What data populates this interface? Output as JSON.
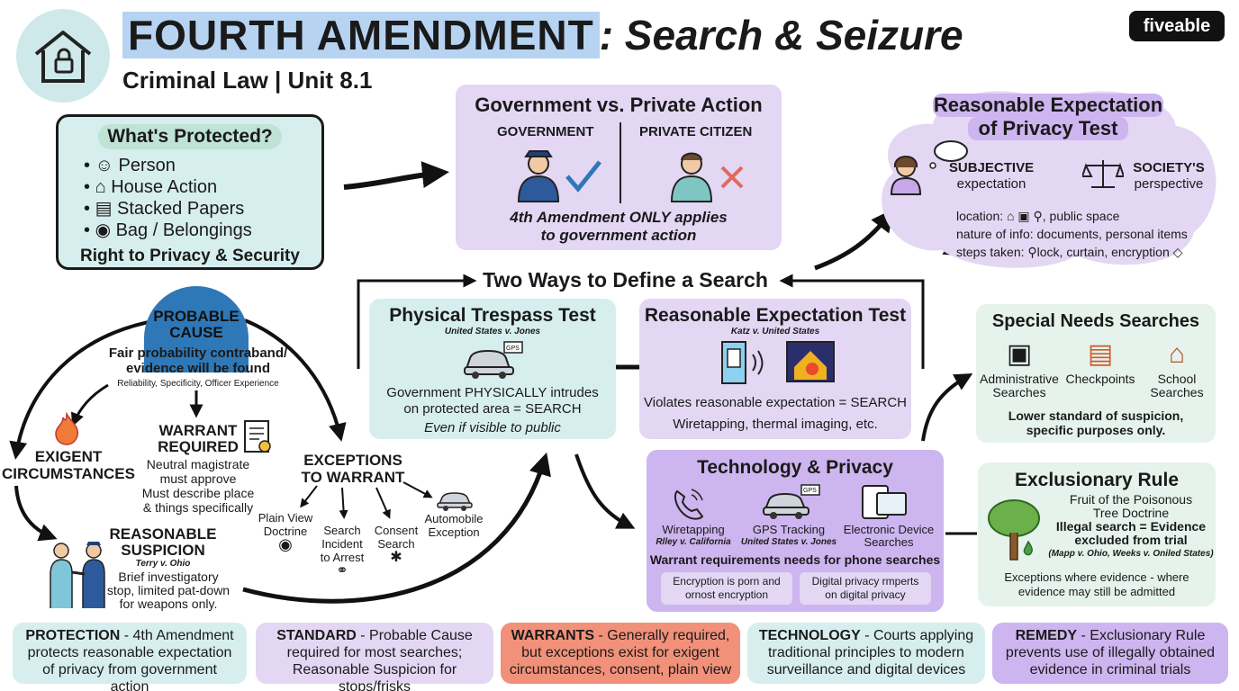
{
  "header": {
    "title_part1": "FOURTH AMENDMENT",
    "title_part2": ": Search & Seizure",
    "subtitle": "Criminal Law | Unit 8.1",
    "brand": "fiveable"
  },
  "protected": {
    "title": "What's Protected?",
    "items": [
      "Person",
      "House Action",
      "Stacked Papers",
      "Bag / Belongings"
    ],
    "footer": "Right to Privacy & Security"
  },
  "gov_private": {
    "title": "Government vs. Private Action",
    "gov_label": "GOVERNMENT",
    "private_label": "PRIVATE CITIZEN",
    "note_line1": "4th Amendment ONLY applies",
    "note_line2": "to government action"
  },
  "rep_test": {
    "title_line1": "Reasonable Expectation",
    "title_line2": "of Privacy Test",
    "subjective_line1": "SUBJECTIVE",
    "subjective_line2": "expectation",
    "society_line1": "SOCIETY'S",
    "society_line2": "perspective",
    "factor1": "location:",
    "factor1_tail": ", public space",
    "factor2": "nature of info: documents, personal items",
    "factor3": "steps taken: ",
    "factor3_tail": "lock, curtain, encryption"
  },
  "two_ways": {
    "title": "Two Ways to Define a Search"
  },
  "trespass": {
    "title": "Physical Trespass Test",
    "case": "United States v. Jones",
    "gps_tag": "GPS",
    "line1": "Government PHYSICALLY intrudes",
    "line2": "on protected area = SEARCH",
    "note": "Even if visible to public"
  },
  "reasonable": {
    "title": "Reasonable Expectation Test",
    "case": "Katz v. United States",
    "line1": "Violates reasonable expectation = SEARCH",
    "line2": "Wiretapping, thermal imaging, etc."
  },
  "probable": {
    "label_line1": "PROBABLE",
    "label_line2": "CAUSE",
    "def_line1": "Fair probability contraband/",
    "def_line2": "evidence will be found",
    "factors": "Reliability, Specificity, Officer Experience"
  },
  "warrant": {
    "title_line1": "WARRANT",
    "title_line2": "REQUIRED",
    "lines": [
      "Neutral magistrate",
      "must approve",
      "Must describe place",
      "& things specifically"
    ]
  },
  "exigent": {
    "line1": "EXIGENT",
    "line2": "CIRCUMSTANCES"
  },
  "exceptions": {
    "title_line1": "EXCEPTIONS",
    "title_line2": "TO WARRANT",
    "plain_view": [
      "Plain View",
      "Doctrine"
    ],
    "incident": [
      "Search",
      "Incident",
      "to Arrest"
    ],
    "consent": [
      "Consent",
      "Search"
    ],
    "automobile": [
      "Automobile",
      "Exception"
    ]
  },
  "suspicion": {
    "title_line1": "REASONABLE",
    "title_line2": "SUSPICION",
    "case": "Terry v. Ohio",
    "lines": [
      "Brief investigatory",
      "stop, limited pat-down",
      "for weapons only."
    ]
  },
  "special": {
    "title": "Special Needs Searches",
    "items": [
      [
        "Administrative",
        "Searches"
      ],
      [
        "Checkpoints"
      ],
      [
        "School",
        "Searches"
      ]
    ],
    "note_line1": "Lower standard of suspicion,",
    "note_line2": "specific purposes only."
  },
  "tech": {
    "title": "Technology & Privacy",
    "gps_tag": "GPS",
    "wiretap": "Wiretapping",
    "wiretap_case": "Rlley v. California",
    "gps": "GPS Tracking",
    "gps_case": "United States v. Jones",
    "device_line1": "Electronic Device",
    "device_line2": "Searches",
    "note": "Warrant requirements needs for phone searches",
    "chip1_line1": "Encryption is porn and",
    "chip1_line2": "ornost encryption",
    "chip2_line1": "Digital privacy rmperts",
    "chip2_line2": "on digital privacy"
  },
  "exclusionary": {
    "title": "Exclusionary Rule",
    "lines": [
      "Fruit of the Poisonous",
      "Tree Doctrine",
      "Illegal search = Evidence",
      "excluded from trial"
    ],
    "cases": "(Mapp v. Ohio, Weeks v. Oniled States)",
    "note_line1": "Exceptions where evidence - where",
    "note_line2": "evidence may still be admitted"
  },
  "summary": [
    {
      "key": "PROTECTION",
      "text": "4th Amendment protects reasonable expectation of privacy from government action"
    },
    {
      "key": "STANDARD",
      "text": "Probable Cause required for most searches; Reasonable Suspicion for stops/frisks"
    },
    {
      "key": "WARRANTS",
      "text": "Generally required, but exceptions exist for exigent circumstances, consent, plain view"
    },
    {
      "key": "TECHNOLOGY",
      "text": "Courts applying traditional principles to modern surveillance and digital devices"
    },
    {
      "key": "REMEDY",
      "text": "Exclusionary Rule prevents use of illegally obtained evidence in criminal trials"
    }
  ],
  "colors": {
    "teal": "#d7eeee",
    "lavender": "#e3d7f4",
    "purple": "#cdb5ef",
    "mint": "#e5f3ec",
    "coral": "#f2917a",
    "blue": "#2f78b7"
  }
}
